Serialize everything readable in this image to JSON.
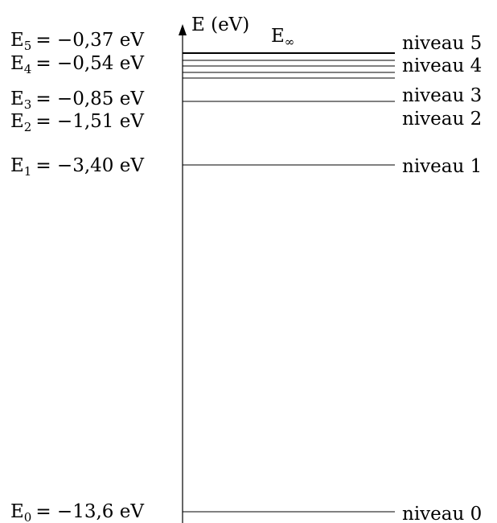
{
  "axis": {
    "label": "E (eV)",
    "infinity_label": {
      "base": "E",
      "sub": "∞"
    }
  },
  "levels": [
    {
      "id": "e5",
      "sym": "E",
      "sub": "5",
      "value_text": "= −0,37 eV",
      "niveau": "niveau 5",
      "energy": -0.37
    },
    {
      "id": "e4",
      "sym": "E",
      "sub": "4",
      "value_text": "= −0,54 eV",
      "niveau": "niveau 4",
      "energy": -0.54
    },
    {
      "id": "e3",
      "sym": "E",
      "sub": "3",
      "value_text": "= −0,85 eV",
      "niveau": "niveau 3",
      "energy": -0.85
    },
    {
      "id": "e2",
      "sym": "E",
      "sub": "2",
      "value_text": "= −1,51 eV",
      "niveau": "niveau 2",
      "energy": -1.51
    },
    {
      "id": "e1",
      "sym": "E",
      "sub": "1",
      "value_text": "= −3,40 eV",
      "niveau": "niveau 1",
      "energy": -3.4
    },
    {
      "id": "e0",
      "sym": "E",
      "sub": "0",
      "value_text": "= −13,6 eV",
      "niveau": "niveau 0",
      "energy": -13.6
    }
  ]
}
